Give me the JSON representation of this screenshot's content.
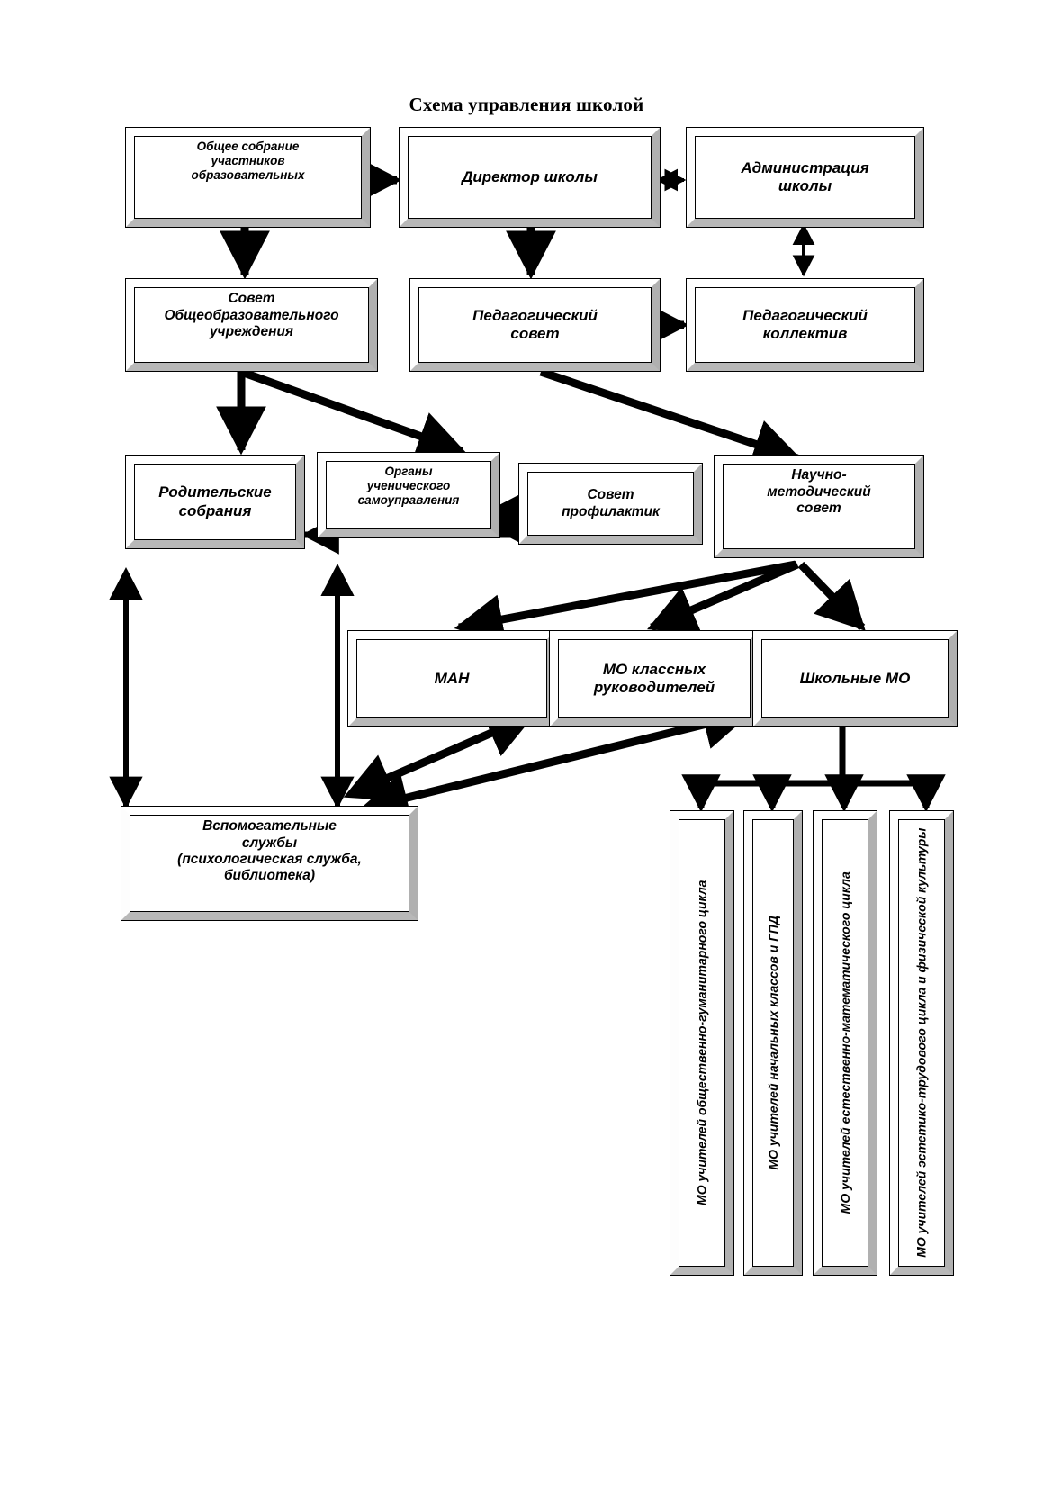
{
  "title": "Схема управления школой",
  "nodes": {
    "general_meeting": "Общее собрание\nучастников\nобразовательных",
    "director": "Директор школы",
    "administration": "Администрация\nшколы",
    "council_institution": "Совет\nОбщеобразовательного\nучреждения",
    "pedagogical_council": "Педагогический\nсовет",
    "pedagogical_staff": "Педагогический\nколлектив",
    "parent_meetings": "Родительские\nсобрания",
    "student_self_government": "Органы\nученического\nсамоуправления",
    "prevention_council": "Совет\nпрофилактик",
    "scientific_methodical_council": "Научно-\nметодический\nсовет",
    "man": "МАН",
    "mo_class_teachers": "МО классных\nруководителей",
    "school_mo": "Школьные МО",
    "support_services": "Вспомогательные\nслужбы\n(психологическая служба,\nбиблиотека)",
    "mo_humanities": "МО учителей общественно-гуманитарного цикла",
    "mo_primary": "МО учителей начальных классов и ГПД",
    "mo_natural_math": "МО учителей естественно-математического цикла",
    "mo_aesthetic_labour": "МО учителей эстетико-трудового цикла и физической культуры"
  },
  "colors": {
    "line": "#000000",
    "box_fill": "#ffffff",
    "bevel_shadow": "#b0b0b0",
    "bevel_light": "#ffffff"
  },
  "chart_data": {
    "type": "diagram",
    "title": "Схема управления школой",
    "levels": [
      [
        "Общее собрание участников образовательных",
        "Директор школы",
        "Администрация школы"
      ],
      [
        "Совет Общеобразовательного учреждения",
        "Педагогический совет",
        "Педагогический коллектив"
      ],
      [
        "Родительские собрания",
        "Органы ученического самоуправления",
        "Совет профилактик",
        "Научно-методический совет"
      ],
      [
        "МАН",
        "МО классных руководителей",
        "Школьные МО"
      ],
      [
        "Вспомогательные службы (психологическая служба, библиотека)"
      ],
      [
        "МО учителей общественно-гуманитарного цикла",
        "МО учителей начальных классов и ГПД",
        "МО учителей естественно-математического цикла",
        "МО учителей эстетико-трудового цикла и физической культуры"
      ]
    ],
    "edges": [
      {
        "from": "Общее собрание участников образовательных",
        "to": "Директор школы",
        "style": "single"
      },
      {
        "from": "Директор школы",
        "to": "Администрация школы",
        "style": "double"
      },
      {
        "from": "Общее собрание участников образовательных",
        "to": "Совет Общеобразовательного учреждения",
        "style": "single"
      },
      {
        "from": "Директор школы",
        "to": "Педагогический совет",
        "style": "single"
      },
      {
        "from": "Администрация школы",
        "to": "Педагогический коллектив",
        "style": "double"
      },
      {
        "from": "Педагогический совет",
        "to": "Педагогический коллектив",
        "style": "single"
      },
      {
        "from": "Совет Общеобразовательного учреждения",
        "to": "Родительские собрания",
        "style": "single"
      },
      {
        "from": "Совет Общеобразовательного учреждения",
        "to": "Органы ученического самоуправления",
        "style": "single"
      },
      {
        "from": "Педагогический совет",
        "to": "Научно-методический совет",
        "style": "single"
      },
      {
        "from": "Совет профилактик",
        "to": "Органы ученического самоуправления",
        "style": "single"
      },
      {
        "from": "Совет профилактик",
        "to": "Родительские собрания",
        "style": "single"
      },
      {
        "from": "Научно-методический совет",
        "to": "МАН",
        "style": "single"
      },
      {
        "from": "Научно-методический совет",
        "to": "МО классных руководителей",
        "style": "single"
      },
      {
        "from": "Научно-методический совет",
        "to": "Школьные МО",
        "style": "single"
      },
      {
        "from": "Родительские собрания",
        "to": "Вспомогательные службы",
        "style": "double"
      },
      {
        "from": "Органы ученического самоуправления",
        "to": "Вспомогательные службы",
        "style": "double"
      },
      {
        "from": "Вспомогательные службы",
        "to": "МАН",
        "style": "double"
      },
      {
        "from": "Вспомогательные службы",
        "to": "МО классных руководителей",
        "style": "double"
      },
      {
        "from": "Школьные МО",
        "to": "МО учителей общественно-гуманитарного цикла",
        "style": "single"
      },
      {
        "from": "Школьные МО",
        "to": "МО учителей начальных классов и ГПД",
        "style": "single"
      },
      {
        "from": "Школьные МО",
        "to": "МО учителей естественно-математического цикла",
        "style": "single"
      },
      {
        "from": "Школьные МО",
        "to": "МО учителей эстетико-трудового цикла и физической культуры",
        "style": "single"
      }
    ]
  }
}
